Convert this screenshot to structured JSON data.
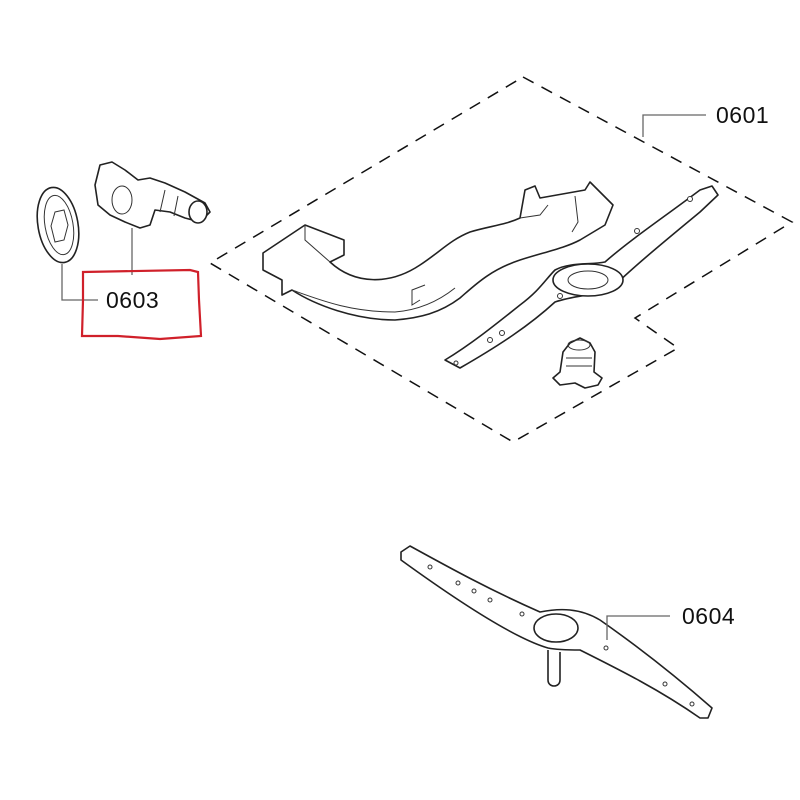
{
  "diagram": {
    "type": "exploded parts diagram",
    "subject": "dishwasher spray arm assembly",
    "colors": {
      "line": "#222222",
      "leader": "#666666",
      "highlight": "#d0202a",
      "background": "#ffffff"
    },
    "callouts": [
      {
        "id": "0601",
        "label": "0601",
        "description": "upper spray arm kit (dashed group: supply pipe, spray arm, hub)"
      },
      {
        "id": "0603",
        "label": "0603",
        "description": "water inlet elbow with seal ring",
        "highlighted": true
      },
      {
        "id": "0604",
        "label": "0604",
        "description": "lower spray arm"
      }
    ]
  }
}
